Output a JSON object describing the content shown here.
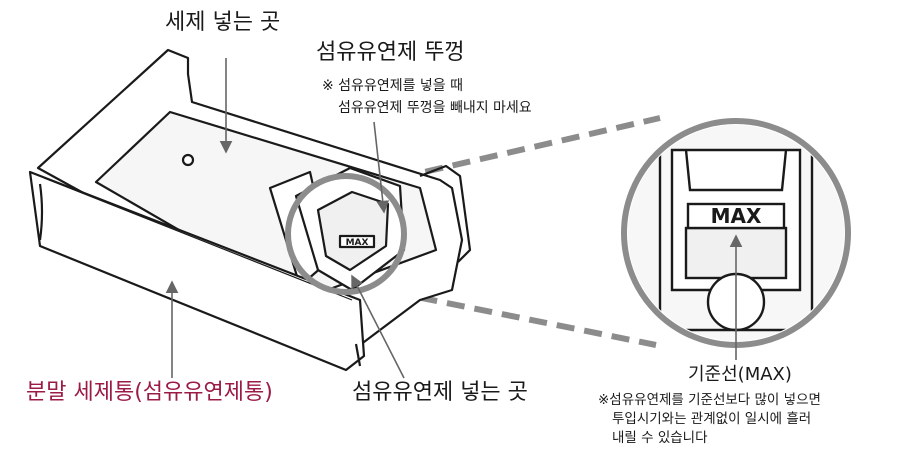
{
  "labels": {
    "detergent_slot": "세제 넣는 곳",
    "softener_cap": "섬유유연제 뚜껑",
    "cap_note_line1": "※ 섬유유연제를 넣을 때",
    "cap_note_line2": "섬유유연제 뚜껑을 빼내지 마세요",
    "powder_container": "분말 세제통(섬유유연제통)",
    "softener_inlet": "섬유유연제 넣는 곳",
    "max_line": "기준선(MAX)",
    "max_note_line1": "※섬유유연제를 기준선보다 많이 넣으면",
    "max_note_line2": "투입시기와는 관계없이 일시에 흘러",
    "max_note_line3": "내릴 수 있습니다",
    "max_mark": "MAX"
  },
  "colors": {
    "accent_label": "#9b1b45",
    "line": "#1a1a1a",
    "callout_ring": "#8c8c8c",
    "arrow": "#666666"
  }
}
